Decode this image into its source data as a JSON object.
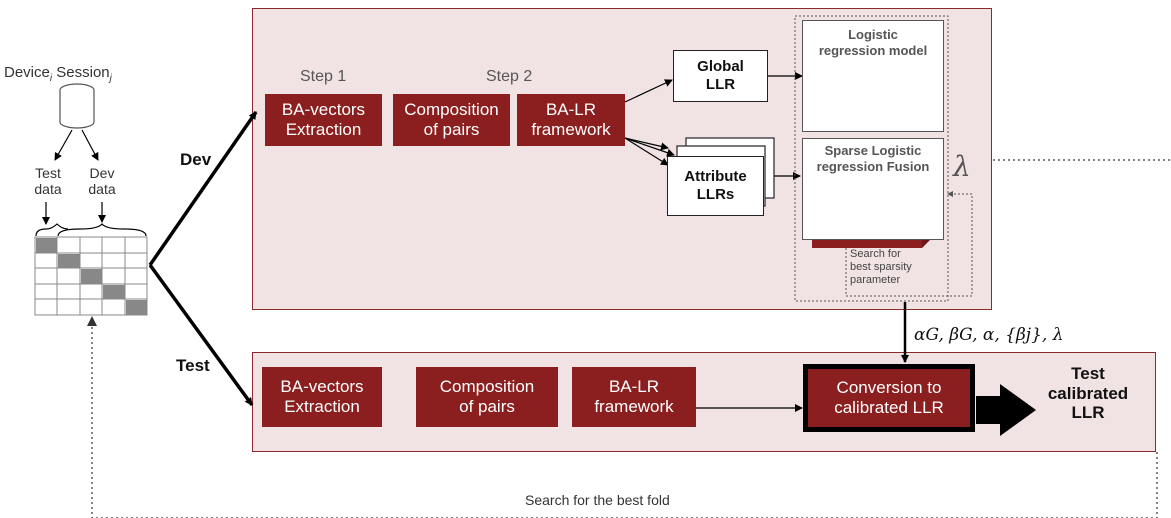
{
  "source": {
    "device_label": "Device",
    "device_sub": "i",
    "session_label": "Session",
    "session_sub": "j"
  },
  "data_split": {
    "test_data": "Test\ndata",
    "dev_data": "Dev\ndata"
  },
  "branches": {
    "dev": "Dev",
    "test": "Test"
  },
  "steps": {
    "step1": "Step 1",
    "step2": "Step 2"
  },
  "dev_row": {
    "ba_vectors": "BA-vectors\nExtraction",
    "composition": "Composition\nof pairs",
    "ba_lr": "BA-LR\nframework",
    "global_llr": "Global\nLLR",
    "attribute_llrs": "Attribute\nLLRs"
  },
  "models": {
    "logistic_title": "Logistic\nregression model",
    "logistic_params": "αG, βG",
    "sparse_title": "Sparse Logistic\nregression Fusion",
    "sparse_params": "α, {βj}",
    "lambda": "λ",
    "search_sparsity": "Search for\nbest sparsity\nparameter"
  },
  "transfer_label": "αG, βG, α, {βj}, λ",
  "test_row": {
    "ba_vectors": "BA-vectors\nExtraction",
    "composition": "Composition\nof pairs",
    "ba_lr": "BA-LR\nframework",
    "conversion": "Conversion to\ncalibrated LLR",
    "output": "Test\ncalibrated\nLLR"
  },
  "fold_search": "Search for the best fold",
  "colors": {
    "dark_red": "#8b1e1e",
    "panel_fill": "#f1e3e3",
    "panel_border": "#8b2a2a"
  }
}
